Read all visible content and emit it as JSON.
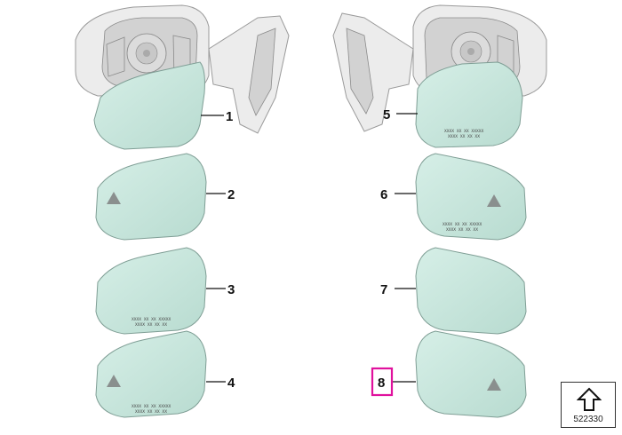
{
  "diagram": {
    "parts": [
      {
        "number": "1",
        "side": "left",
        "glass_etching": []
      },
      {
        "number": "2",
        "side": "left",
        "glass_etching": []
      },
      {
        "number": "3",
        "side": "left",
        "glass_etching": [
          "XXXX XX XX XXXXX",
          "XXXX XX XX XX"
        ]
      },
      {
        "number": "4",
        "side": "left",
        "glass_etching": [
          "XXXX XX XX XXXXX",
          "XXXX XX XX XX"
        ]
      },
      {
        "number": "5",
        "side": "right",
        "glass_etching": [
          "XXXX XX XX XXXXX",
          "XXXX XX XX XX"
        ]
      },
      {
        "number": "6",
        "side": "right",
        "glass_etching": [
          "XXXX XX XX XXXXX",
          "XXXX XX XX XX"
        ]
      },
      {
        "number": "7",
        "side": "right",
        "glass_etching": []
      },
      {
        "number": "8",
        "side": "right",
        "glass_etching": [],
        "highlighted": true
      }
    ],
    "highlight_color": "#e0119d",
    "glass_color": "#c9e6dd",
    "diagram_id": "522330",
    "badge_icon": "arrow-up-house-icon"
  }
}
